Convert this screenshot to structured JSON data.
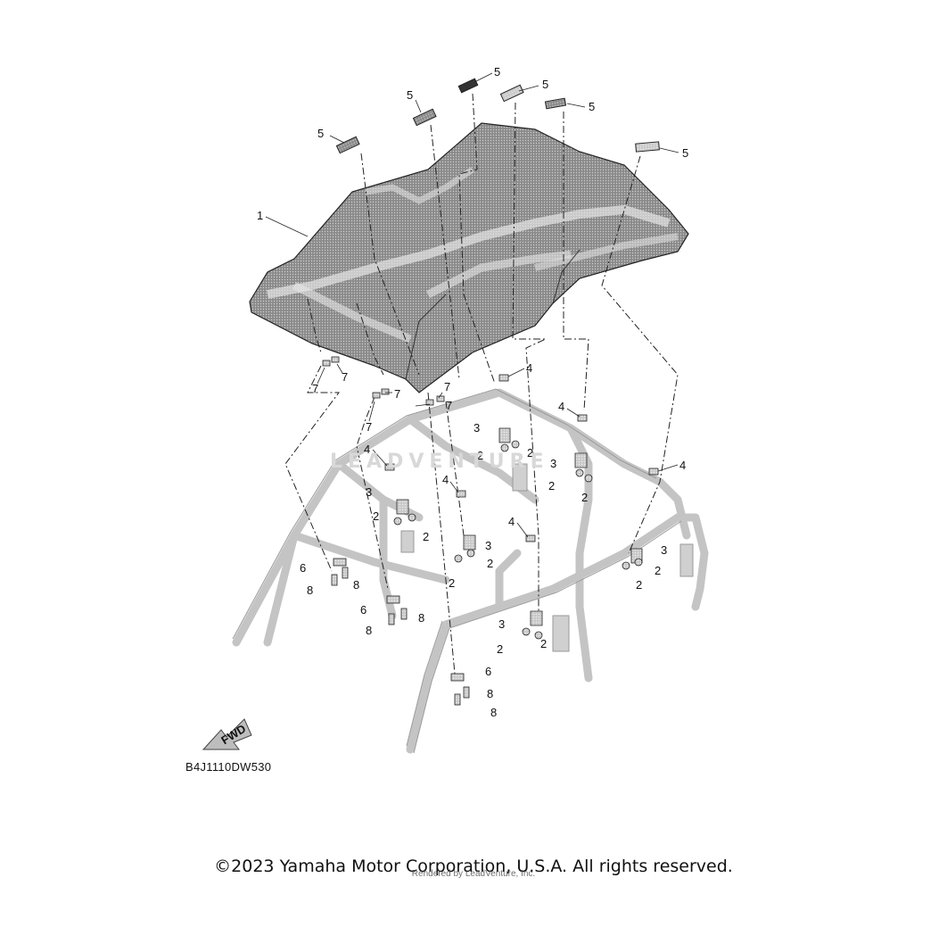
{
  "diagram": {
    "code": "B4J1110DW530",
    "fwd_label": "FWD",
    "watermark": "LEADVENTURE",
    "callouts": {
      "roof": "1",
      "clip": "2",
      "bracket": "3",
      "nut": "4",
      "cap": "5",
      "plate": "6",
      "grommet": "7",
      "bolt": "8"
    }
  },
  "footer": {
    "copyright": "©2023 Yamaha Motor Corporation, U.S.A. All rights reserved.",
    "rendered_by": "Rendered by LeadVenture, Inc."
  }
}
